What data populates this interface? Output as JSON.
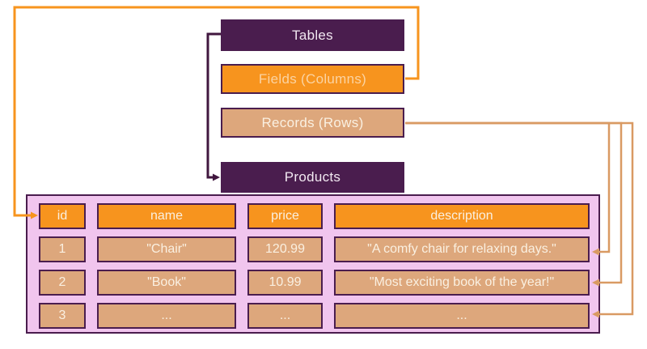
{
  "colors": {
    "purple": "#4a1d4e",
    "orange": "#f7941e",
    "tan": "#dda77c",
    "pink_container": "#f1c5ee",
    "records_connector": "#d99a63",
    "fields_connector": "#f7941e",
    "tables_connector": "#41173f"
  },
  "concept_boxes": {
    "tables_label": "Tables",
    "fields_label": "Fields (Columns)",
    "records_label": "Records (Rows)",
    "products_label": "Products"
  },
  "table": {
    "headers": [
      "id",
      "name",
      "price",
      "description"
    ],
    "rows": [
      [
        "1",
        "\"Chair\"",
        "120.99",
        "\"A comfy chair for relaxing days.\""
      ],
      [
        "2",
        "\"Book\"",
        "10.99",
        "\"Most exciting book of the year!\""
      ],
      [
        "3",
        "...",
        "...",
        "..."
      ]
    ]
  }
}
